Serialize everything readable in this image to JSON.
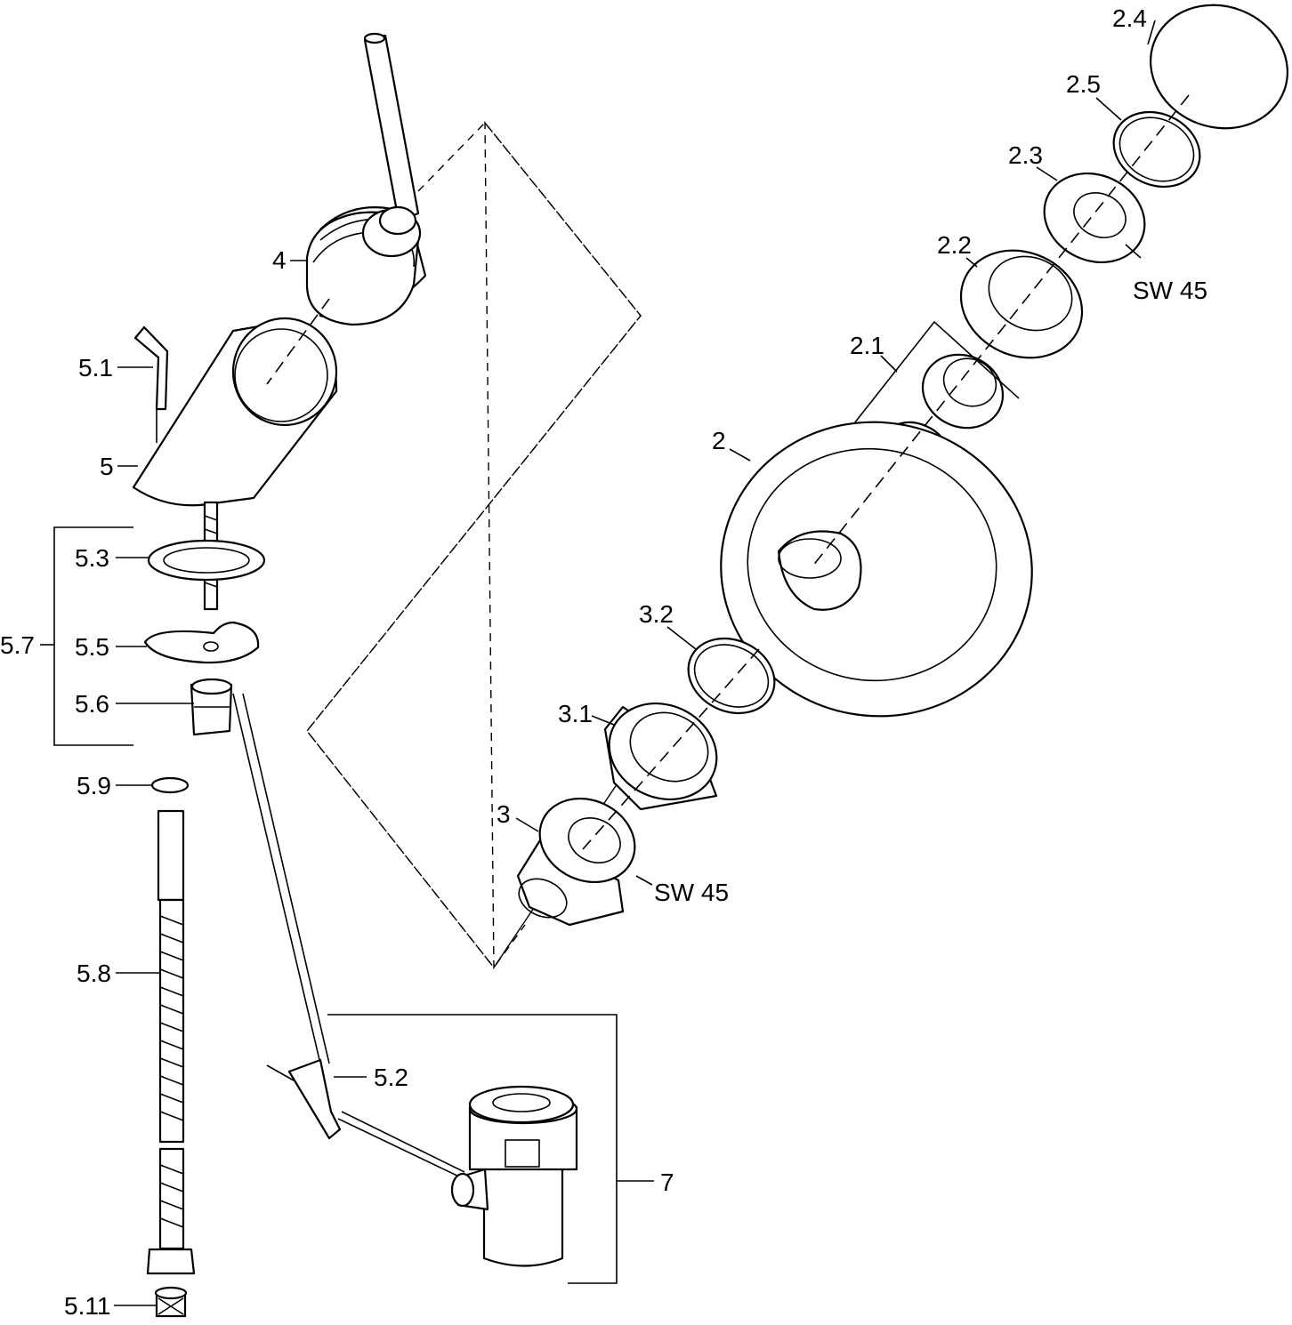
{
  "labels": {
    "l2": "2",
    "l2_1": "2.1",
    "l2_2": "2.2",
    "l2_3": "2.3",
    "l2_4": "2.4",
    "l2_5": "2.5",
    "l3": "3",
    "l3_1": "3.1",
    "l3_2": "3.2",
    "l4": "4",
    "l5": "5",
    "l5_1": "5.1",
    "l5_2": "5.2",
    "l5_3": "5.3",
    "l5_5": "5.5",
    "l5_6": "5.6",
    "l5_7": "5.7",
    "l5_8": "5.8",
    "l5_9": "5.9",
    "l5_11": "5.11",
    "l7": "7",
    "sw_upper": "SW 45",
    "sw_lower": "SW 45"
  }
}
